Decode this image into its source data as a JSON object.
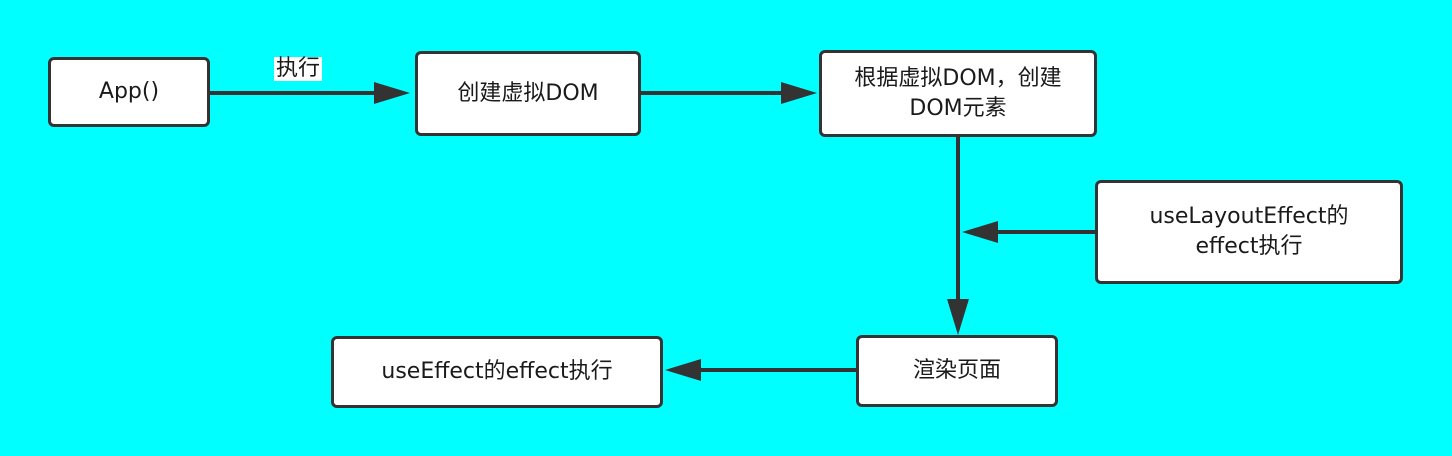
{
  "diagram": {
    "nodes": {
      "app": {
        "label": "App()"
      },
      "create_vdom": {
        "label": "创建虚拟DOM"
      },
      "create_dom": {
        "label": "根据虚拟DOM，创建DOM元素"
      },
      "layout_effect": {
        "label": "useLayoutEffect的effect执行"
      },
      "render": {
        "label": "渲染页面"
      },
      "use_effect": {
        "label": "useEffect的effect执行"
      }
    },
    "edges": [
      {
        "from": "app",
        "to": "create_vdom",
        "label": "执行"
      },
      {
        "from": "create_vdom",
        "to": "create_dom"
      },
      {
        "from": "create_dom",
        "to": "render"
      },
      {
        "from": "layout_effect",
        "to": "create_dom_to_render_edge"
      },
      {
        "from": "render",
        "to": "use_effect"
      }
    ]
  },
  "colors": {
    "background": "#00ffff",
    "node_fill": "#ffffff",
    "stroke": "#333333",
    "text": "#1a1a1a"
  }
}
